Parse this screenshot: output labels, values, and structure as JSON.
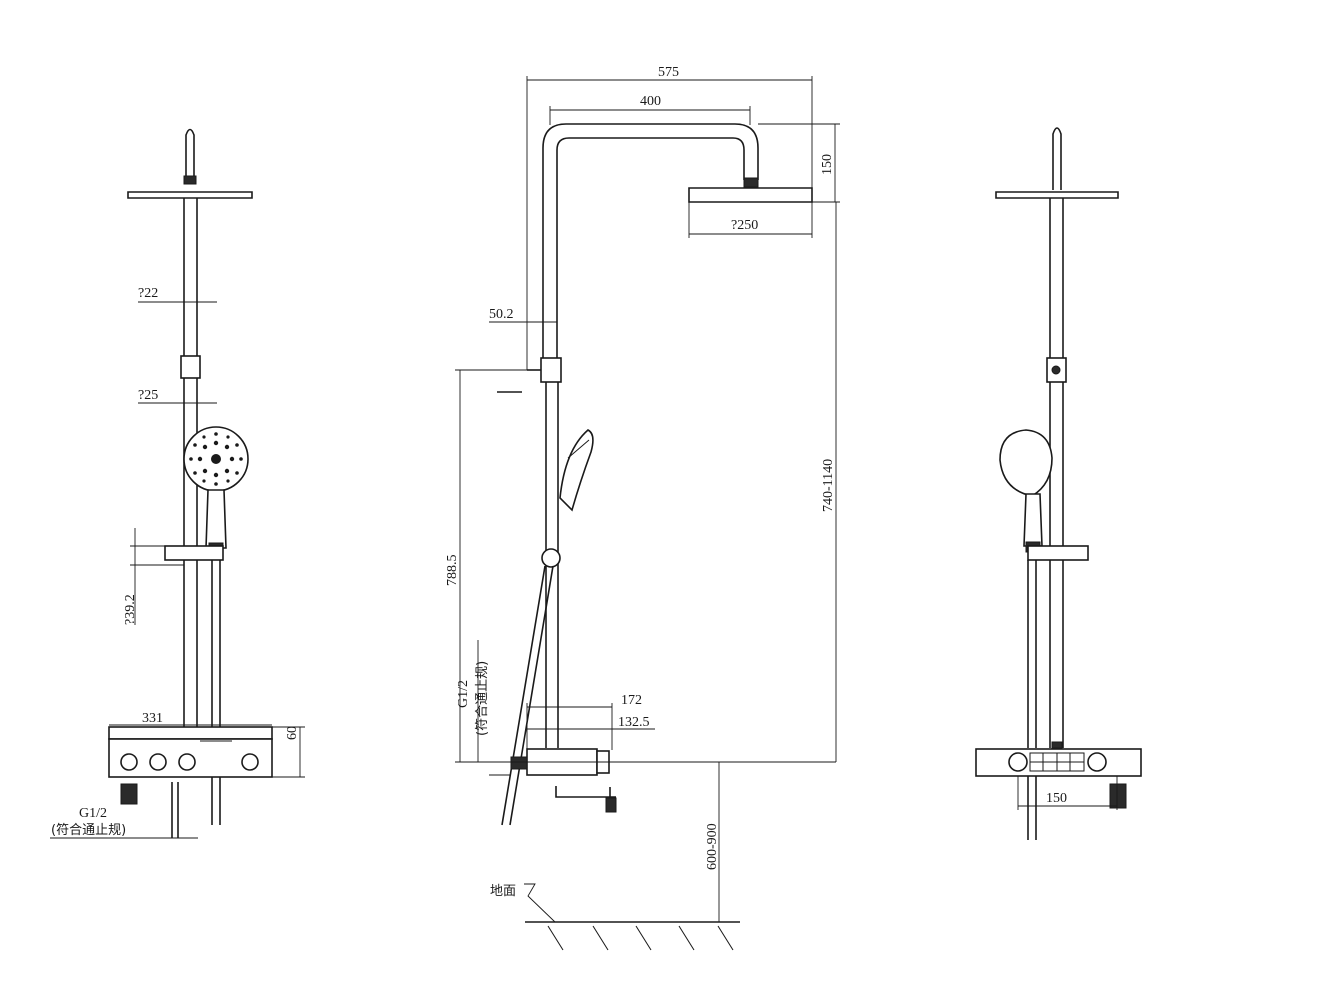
{
  "front_view": {
    "dia_22": "?22",
    "dia_25": "?25",
    "dia_39_2": "?39.2",
    "width_331": "331",
    "height_60": "60",
    "inlet_label": "G1/2",
    "inlet_note": "(符合通止规)"
  },
  "side_view": {
    "width_575": "575",
    "width_400": "400",
    "height_150": "150",
    "dia_250": "?250",
    "offset_50_2": "50.2",
    "height_788_5": "788.5",
    "inlet_label": "G1/2",
    "inlet_note": "(符合通止规)",
    "width_172": "172",
    "width_132_5": "132.5",
    "height_740_1140": "740-1140",
    "height_600_900": "600-900",
    "ground_label": "地面"
  },
  "back_view": {
    "width_150": "150"
  }
}
